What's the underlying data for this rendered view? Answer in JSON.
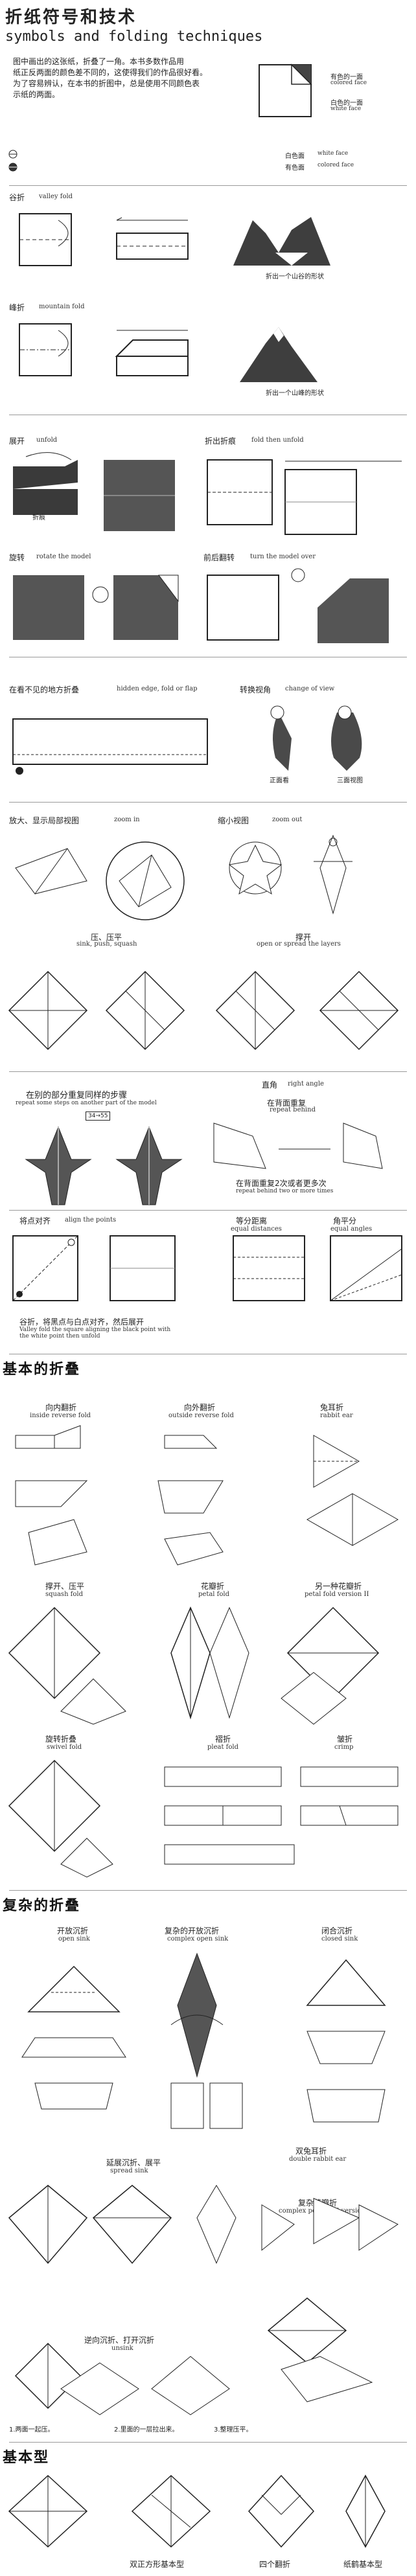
{
  "header": {
    "title_zh": "折纸符号和技术",
    "title_en": "symbols and folding techniques",
    "intro": [
      "图中画出的这张纸，折叠了一角。本书多数作品用",
      "纸正反两面的颜色差不同的，这使得我们的作品很好看。",
      "为了容易辨认，在本书的折图中，总是使用不同颜色表",
      "示纸的两面。"
    ],
    "legend": {
      "colored_zh": "有色的一面",
      "colored_en": "colored face",
      "white_zh": "白色的一面",
      "white_en": "white face",
      "white_face_zh": "白色面",
      "white_face_en": "white face",
      "colored_face_zh": "有色面",
      "colored_face_en": "colored face"
    }
  },
  "basic": {
    "valley_zh": "谷折",
    "valley_en": "valley fold",
    "valley_note": "折出一个山谷的形状",
    "mountain_zh": "峰折",
    "mountain_en": "mountain fold",
    "mountain_note": "折出一个山峰的形状",
    "unfold_zh": "展开",
    "unfold_en": "unfold",
    "unfold_mark": "折痕",
    "fold_then_unfold_zh": "折出折痕",
    "fold_then_unfold_en": "fold then unfold",
    "rotate_zh": "旋转",
    "rotate_en": "rotate the model",
    "turn_zh": "前后翻转",
    "turn_en": "turn the model over",
    "hidden_zh": "在看不见的地方折叠",
    "hidden_en": "hidden edge, fold or flap",
    "view_zh": "转换视角",
    "view_en": "change of view",
    "front_view": "正面看",
    "side_view": "三面视图",
    "zoom_in_zh": "放大、显示局部视图",
    "zoom_in_en": "zoom in",
    "zoom_out_zh": "缩小视图",
    "zoom_out_en": "zoom out",
    "squash_zh": "压、压平",
    "squash_en": "sink, push, squash",
    "open_zh": "撑开",
    "open_en": "open or spread the layers",
    "repeat_zh": "在别的部分重复同样的步骤",
    "repeat_en": "repeat some steps on another part of the model",
    "repeat_range": "34→55",
    "behind_zh": "直角",
    "behind_note_zh": "在背面重复",
    "behind_en": "repeat behind",
    "right_angle_en": "right angle",
    "repeat_two_zh": "在背面重复2次或者更多次",
    "repeat_two_en": "repeat behind two or more times",
    "align_zh": "将点对齐",
    "align_en": "align the points",
    "equal_dist_zh": "等分距离",
    "equal_dist_en": "equal distances",
    "equal_angle_zh": "角平分",
    "equal_angle_en": "equal angles",
    "valley_align_zh": "谷折，将黑点与白点对齐，然后展开",
    "valley_align_en": "Valley fold the square aligning the black point with the white point then unfold"
  },
  "techniques": {
    "title": "基本的折叠",
    "items": [
      {
        "zh": "向内翻折",
        "en": "inside reverse fold"
      },
      {
        "zh": "向外翻折",
        "en": "outside reverse fold"
      },
      {
        "zh": "兔耳折",
        "en": "rabbit ear"
      },
      {
        "zh": "撑开、压平",
        "en": "squash fold"
      },
      {
        "zh": "花瓣折",
        "en": "petal fold"
      },
      {
        "zh": "另一种花瓣折",
        "en": "petal fold version II"
      },
      {
        "zh": "旋转折叠",
        "en": "swivel fold"
      },
      {
        "zh": "褶折",
        "en": "pleat fold"
      },
      {
        "zh": "皱折",
        "en": "crimp"
      }
    ]
  },
  "complex": {
    "title": "复杂的折叠",
    "items": [
      {
        "zh": "开放沉折",
        "en": "open sink"
      },
      {
        "zh": "复杂的开放沉折",
        "en": "complex open sink"
      },
      {
        "zh": "闭合沉折",
        "en": "closed sink"
      },
      {
        "zh": "延展沉折、展平",
        "en": "spread sink"
      },
      {
        "zh": "双兔耳折",
        "en": "double rabbit ear"
      },
      {
        "zh": "复杂花瓣折",
        "en": "complex petal fold version"
      },
      {
        "zh": "逆向沉折、打开沉折",
        "en": "unsink"
      }
    ],
    "note": [
      "1.两面一起压。",
      "2.里面的一层拉出来。",
      "3.整理压平。"
    ]
  },
  "bases": {
    "title": "基本型",
    "items": [
      "双正方形基本型",
      "四个翻折",
      "纸鹤基本型"
    ]
  }
}
